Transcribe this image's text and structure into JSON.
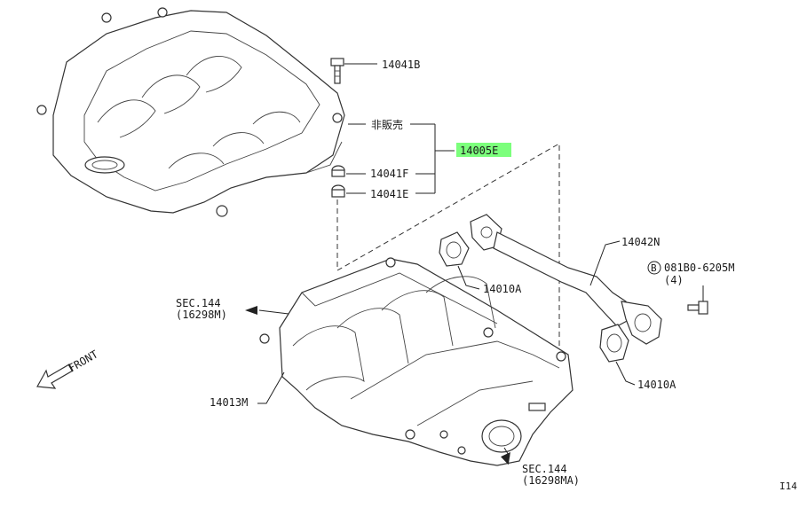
{
  "highlight_color": "#7CFF7C",
  "labels": {
    "bolt_top": "14041B",
    "not_for_sale": "非販売",
    "assembly": "14005E",
    "grommet_f": "14041F",
    "grommet_e": "14041E",
    "pipe": "14042N",
    "bolt_circle": "B",
    "bolt_side": "081B0-6205M",
    "bolt_qty": "(4)",
    "gasket_1": "14010A",
    "gasket_2": "14010A",
    "sec_left_1": "SEC.144",
    "sec_left_2": "(16298M)",
    "manifold": "14013M",
    "front": "FRONT",
    "sec_bottom_1": "SEC.144",
    "sec_bottom_2": "(16298MA)",
    "corner_ref": "I14"
  },
  "icons": {
    "front_arrow": "arrow-down-left-icon"
  }
}
